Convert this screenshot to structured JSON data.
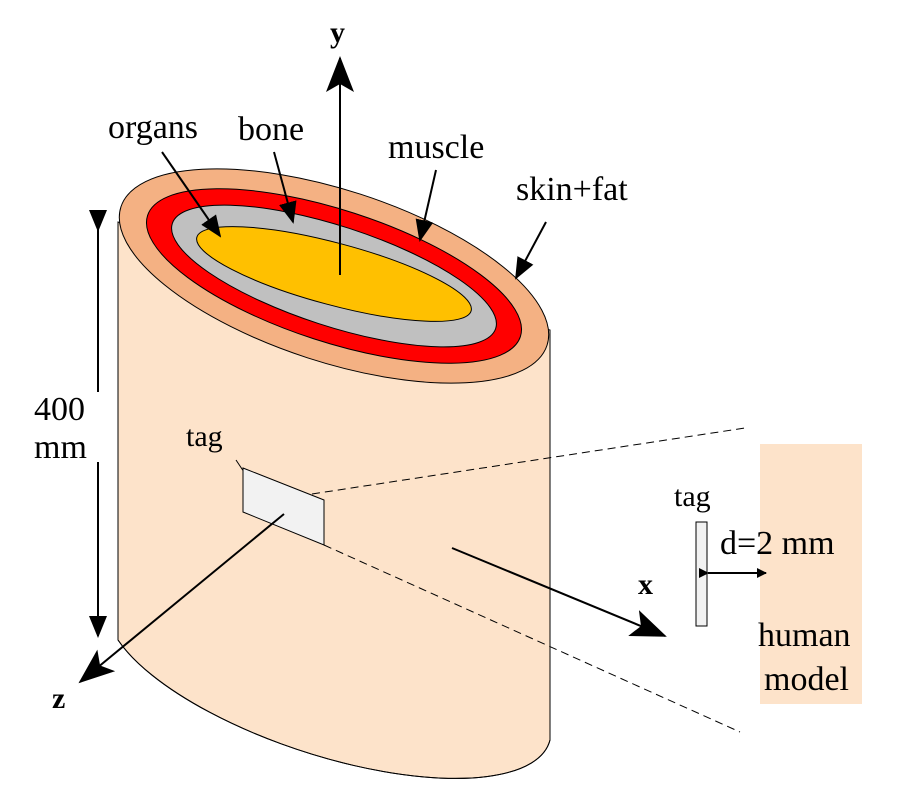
{
  "labels": {
    "y_axis": "y",
    "x_axis": "x",
    "z_axis": "z",
    "organs": "organs",
    "bone": "bone",
    "muscle": "muscle",
    "skin_fat": "skin+fat",
    "height_value": "400",
    "height_unit": "mm",
    "tag": "tag",
    "tag_detail": "tag",
    "distance": "d=2 mm",
    "human_line1": "human",
    "human_line2": "model"
  },
  "colors": {
    "body": "#FDE3CA",
    "skin_fat": "#F4B183",
    "muscle": "#FF0000",
    "bone": "#C0C0C0",
    "organs": "#FFC000",
    "tag": "#F2F2F2"
  }
}
